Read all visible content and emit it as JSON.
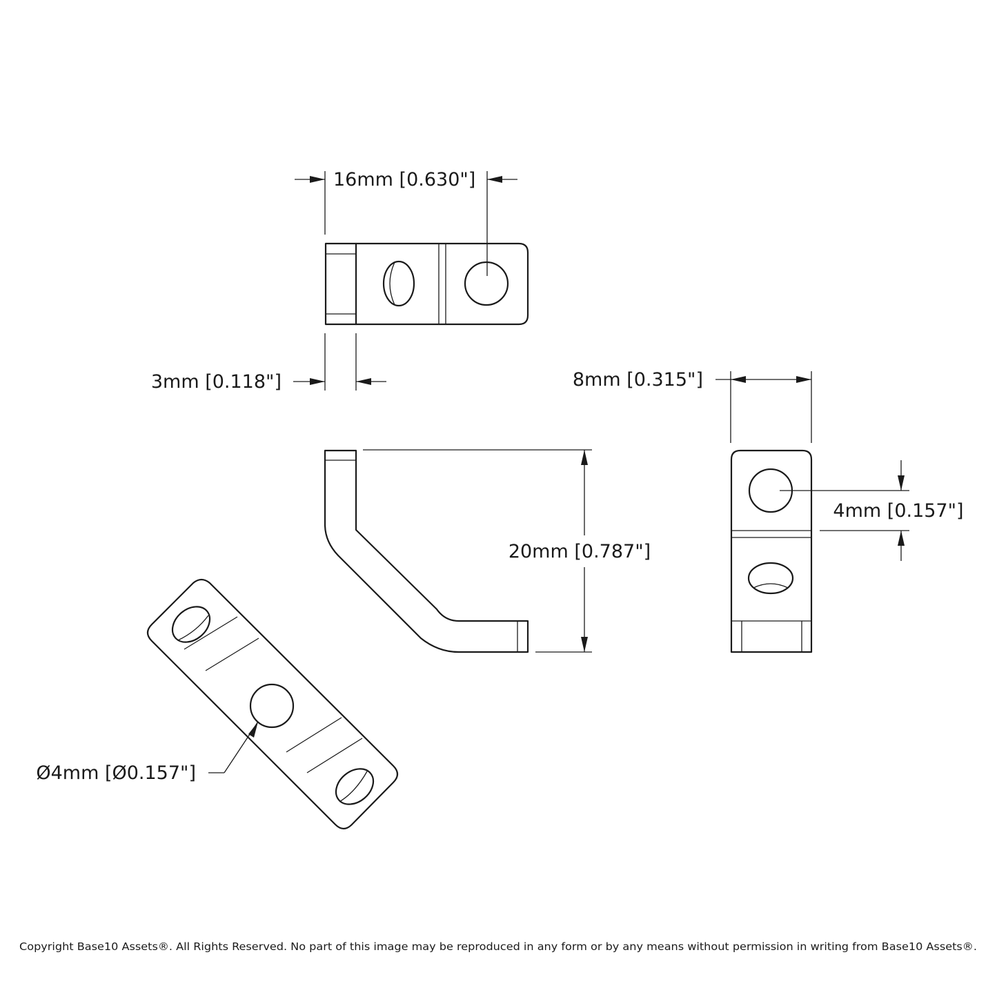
{
  "dimensions": {
    "top_width": "16mm [0.630\"]",
    "thickness": "3mm [0.118\"]",
    "side_width": "8mm [0.315\"]",
    "height": "20mm [0.787\"]",
    "hole_offset": "4mm [0.157\"]",
    "hole_diameter": "Ø4mm [Ø0.157\"]"
  },
  "footer": {
    "copyright": "Copyright Base10 Assets®.  All Rights Reserved. No part of this image may be reproduced in any form or by any means without permission in writing from Base10 Assets®."
  }
}
